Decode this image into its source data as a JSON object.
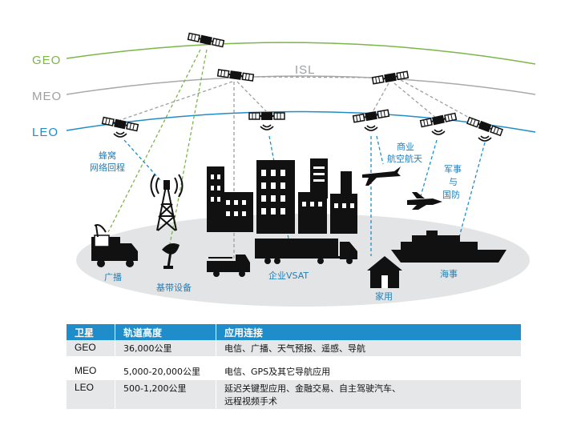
{
  "orbits": {
    "geo": "GEO",
    "meo": "MEO",
    "leo": "LEO",
    "isl": "ISL",
    "colors": {
      "geo": "#7ab648",
      "meo": "#9d9fa2",
      "leo": "#1f8dc9"
    }
  },
  "labels": {
    "cellular": [
      "蜂窝",
      "网络回程"
    ],
    "commercial_aviation": [
      "商业",
      "航空航天"
    ],
    "military": [
      "军事",
      "与",
      "国防"
    ],
    "broadcast": "广播",
    "broadband": "基带设备",
    "enterprise_vsat": "企业VSAT",
    "home": "家用",
    "maritime": "海事"
  },
  "table": {
    "headers": [
      "卫星",
      "轨道高度",
      "应用连接"
    ],
    "rows": [
      {
        "sat": "GEO",
        "altitude": "36,000公里",
        "apps": [
          "电信、广播、天气预报、遥感、导航"
        ]
      },
      {
        "sat": "MEO",
        "altitude": "5,000-20,000公里",
        "apps": [
          "电信、GPS及其它导航应用"
        ]
      },
      {
        "sat": "LEO",
        "altitude": "500-1,200公里",
        "apps": [
          "延迟关键型应用、金融交易、自主驾驶汽车、",
          "远程视频手术"
        ]
      }
    ]
  }
}
